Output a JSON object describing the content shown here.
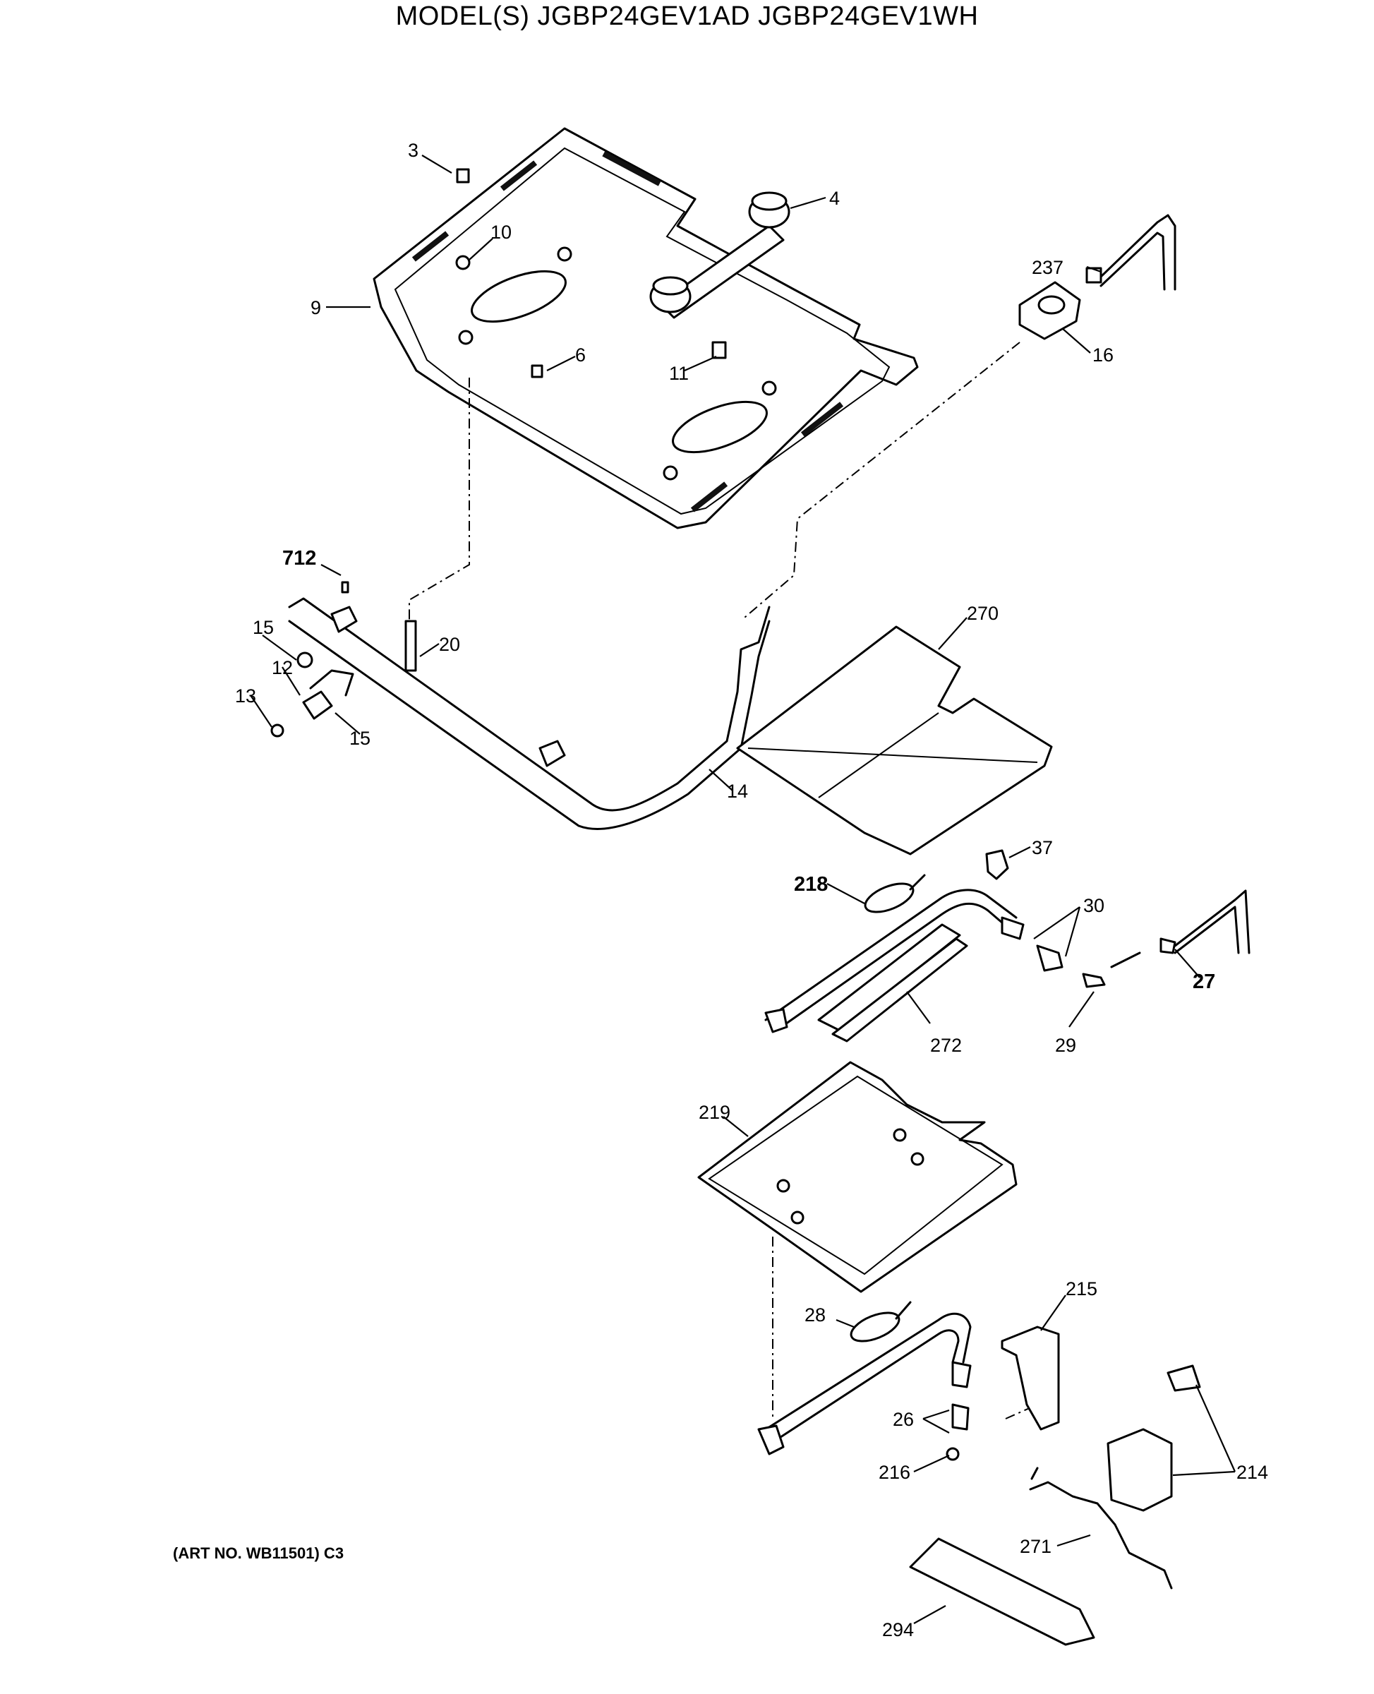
{
  "header": {
    "title": "MODEL(S) JGBP24GEV1AD  JGBP24GEV1WH"
  },
  "footer": {
    "art_no": "(ART NO. WB11501) C3"
  },
  "callouts": {
    "c3": "3",
    "c4": "4",
    "c10": "10",
    "c9": "9",
    "c6": "6",
    "c11": "11",
    "c237": "237",
    "c16": "16",
    "c712": "712",
    "c15a": "15",
    "c20": "20",
    "c12": "12",
    "c13": "13",
    "c15b": "15",
    "c14": "14",
    "c270": "270",
    "c37": "37",
    "c218": "218",
    "c30": "30",
    "c27": "27",
    "c29": "29",
    "c272": "272",
    "c219": "219",
    "c28": "28",
    "c215": "215",
    "c26": "26",
    "c216": "216",
    "c214": "214",
    "c271": "271",
    "c294": "294"
  }
}
